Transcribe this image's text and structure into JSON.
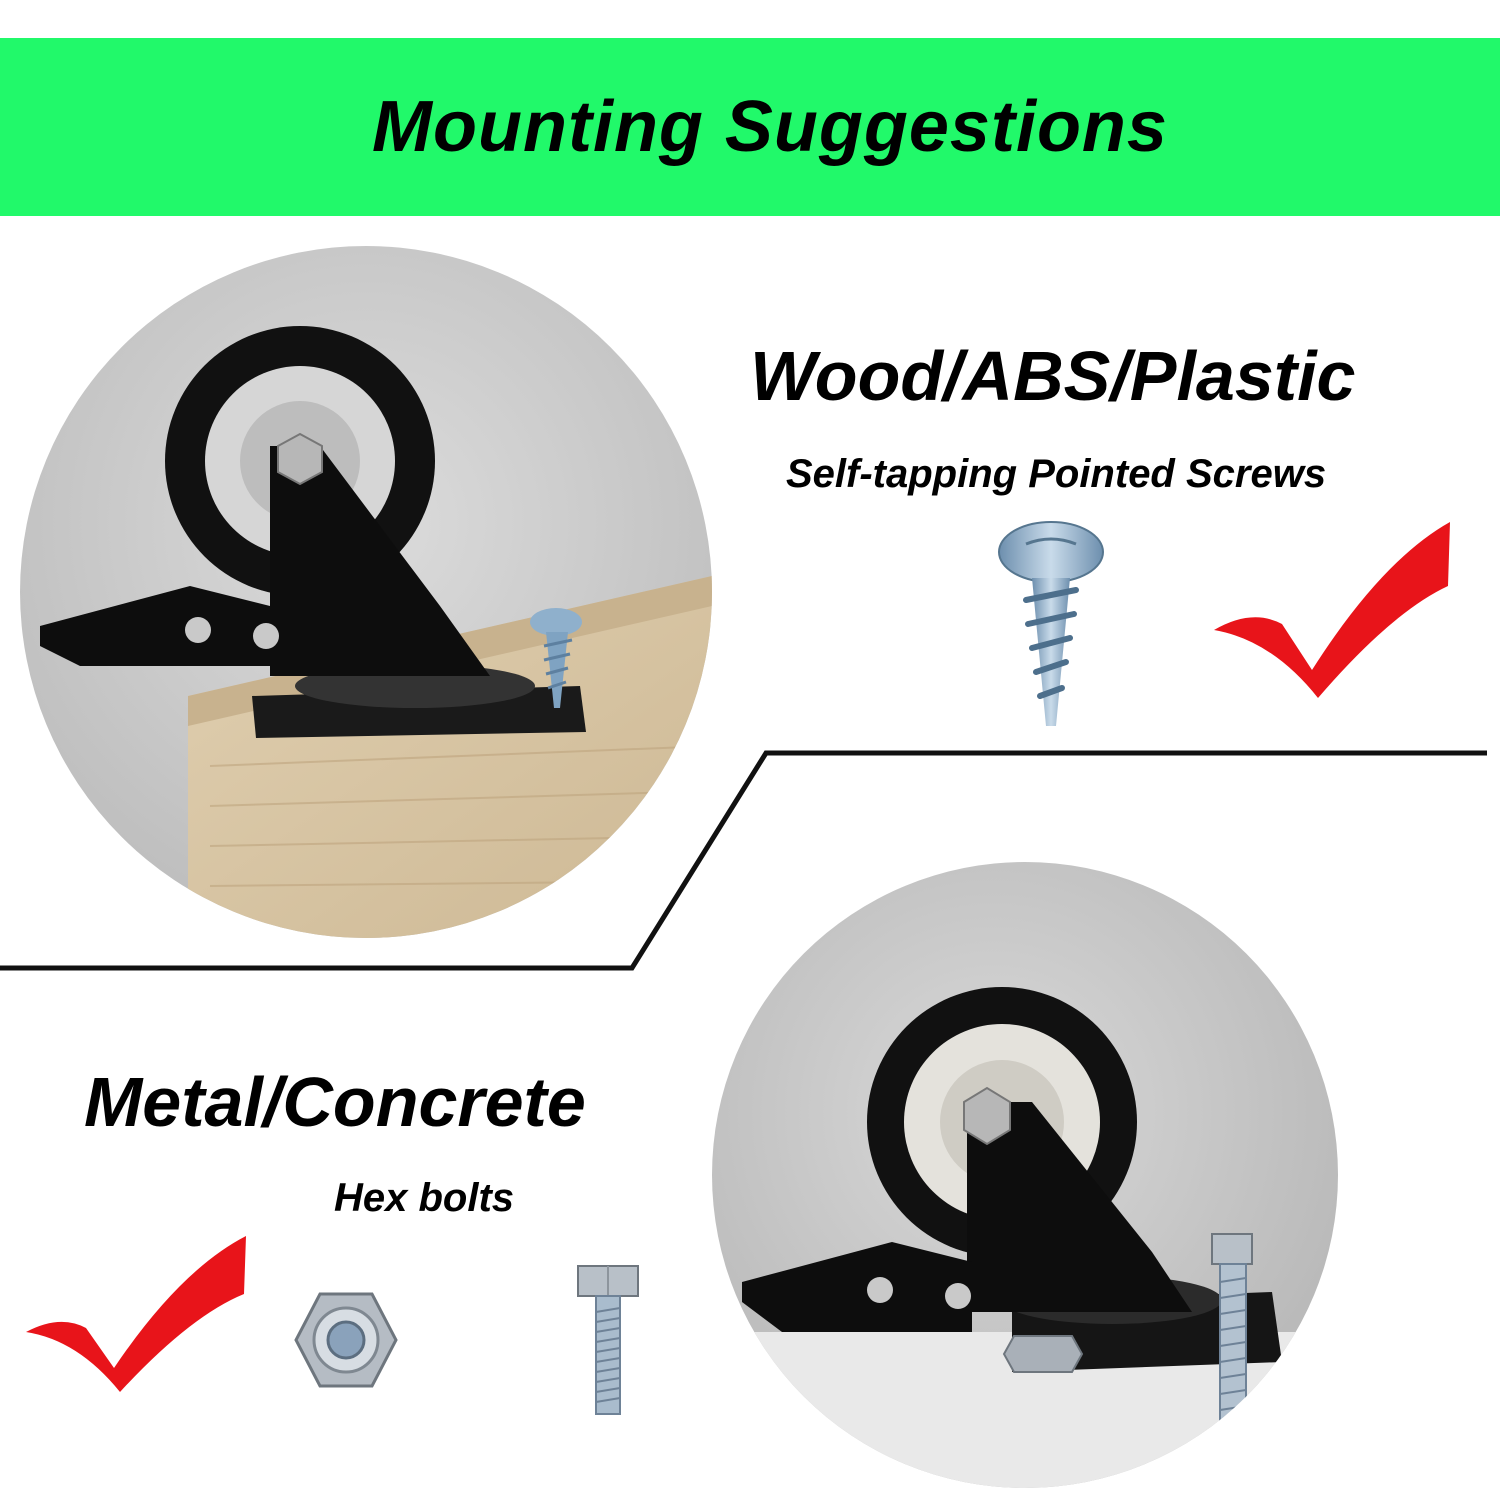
{
  "banner": {
    "title": "Mounting Suggestions",
    "background": "#21f96a"
  },
  "wood_section": {
    "heading": "Wood/ABS/Plastic",
    "subheading": "Self-tapping Pointed Screws",
    "fastener_icon": "pointed-screw-icon",
    "check_icon": "red-checkmark-icon"
  },
  "metal_section": {
    "heading": "Metal/Concrete",
    "subheading": "Hex bolts",
    "fastener_icons": [
      "hex-nut-icon",
      "hex-bolt-icon"
    ],
    "check_icon": "red-checkmark-icon"
  },
  "colors": {
    "check_red": "#e8141a",
    "caster_black": "#111111",
    "wood": "#d8c7a8",
    "zinc": "#9db8cf"
  }
}
